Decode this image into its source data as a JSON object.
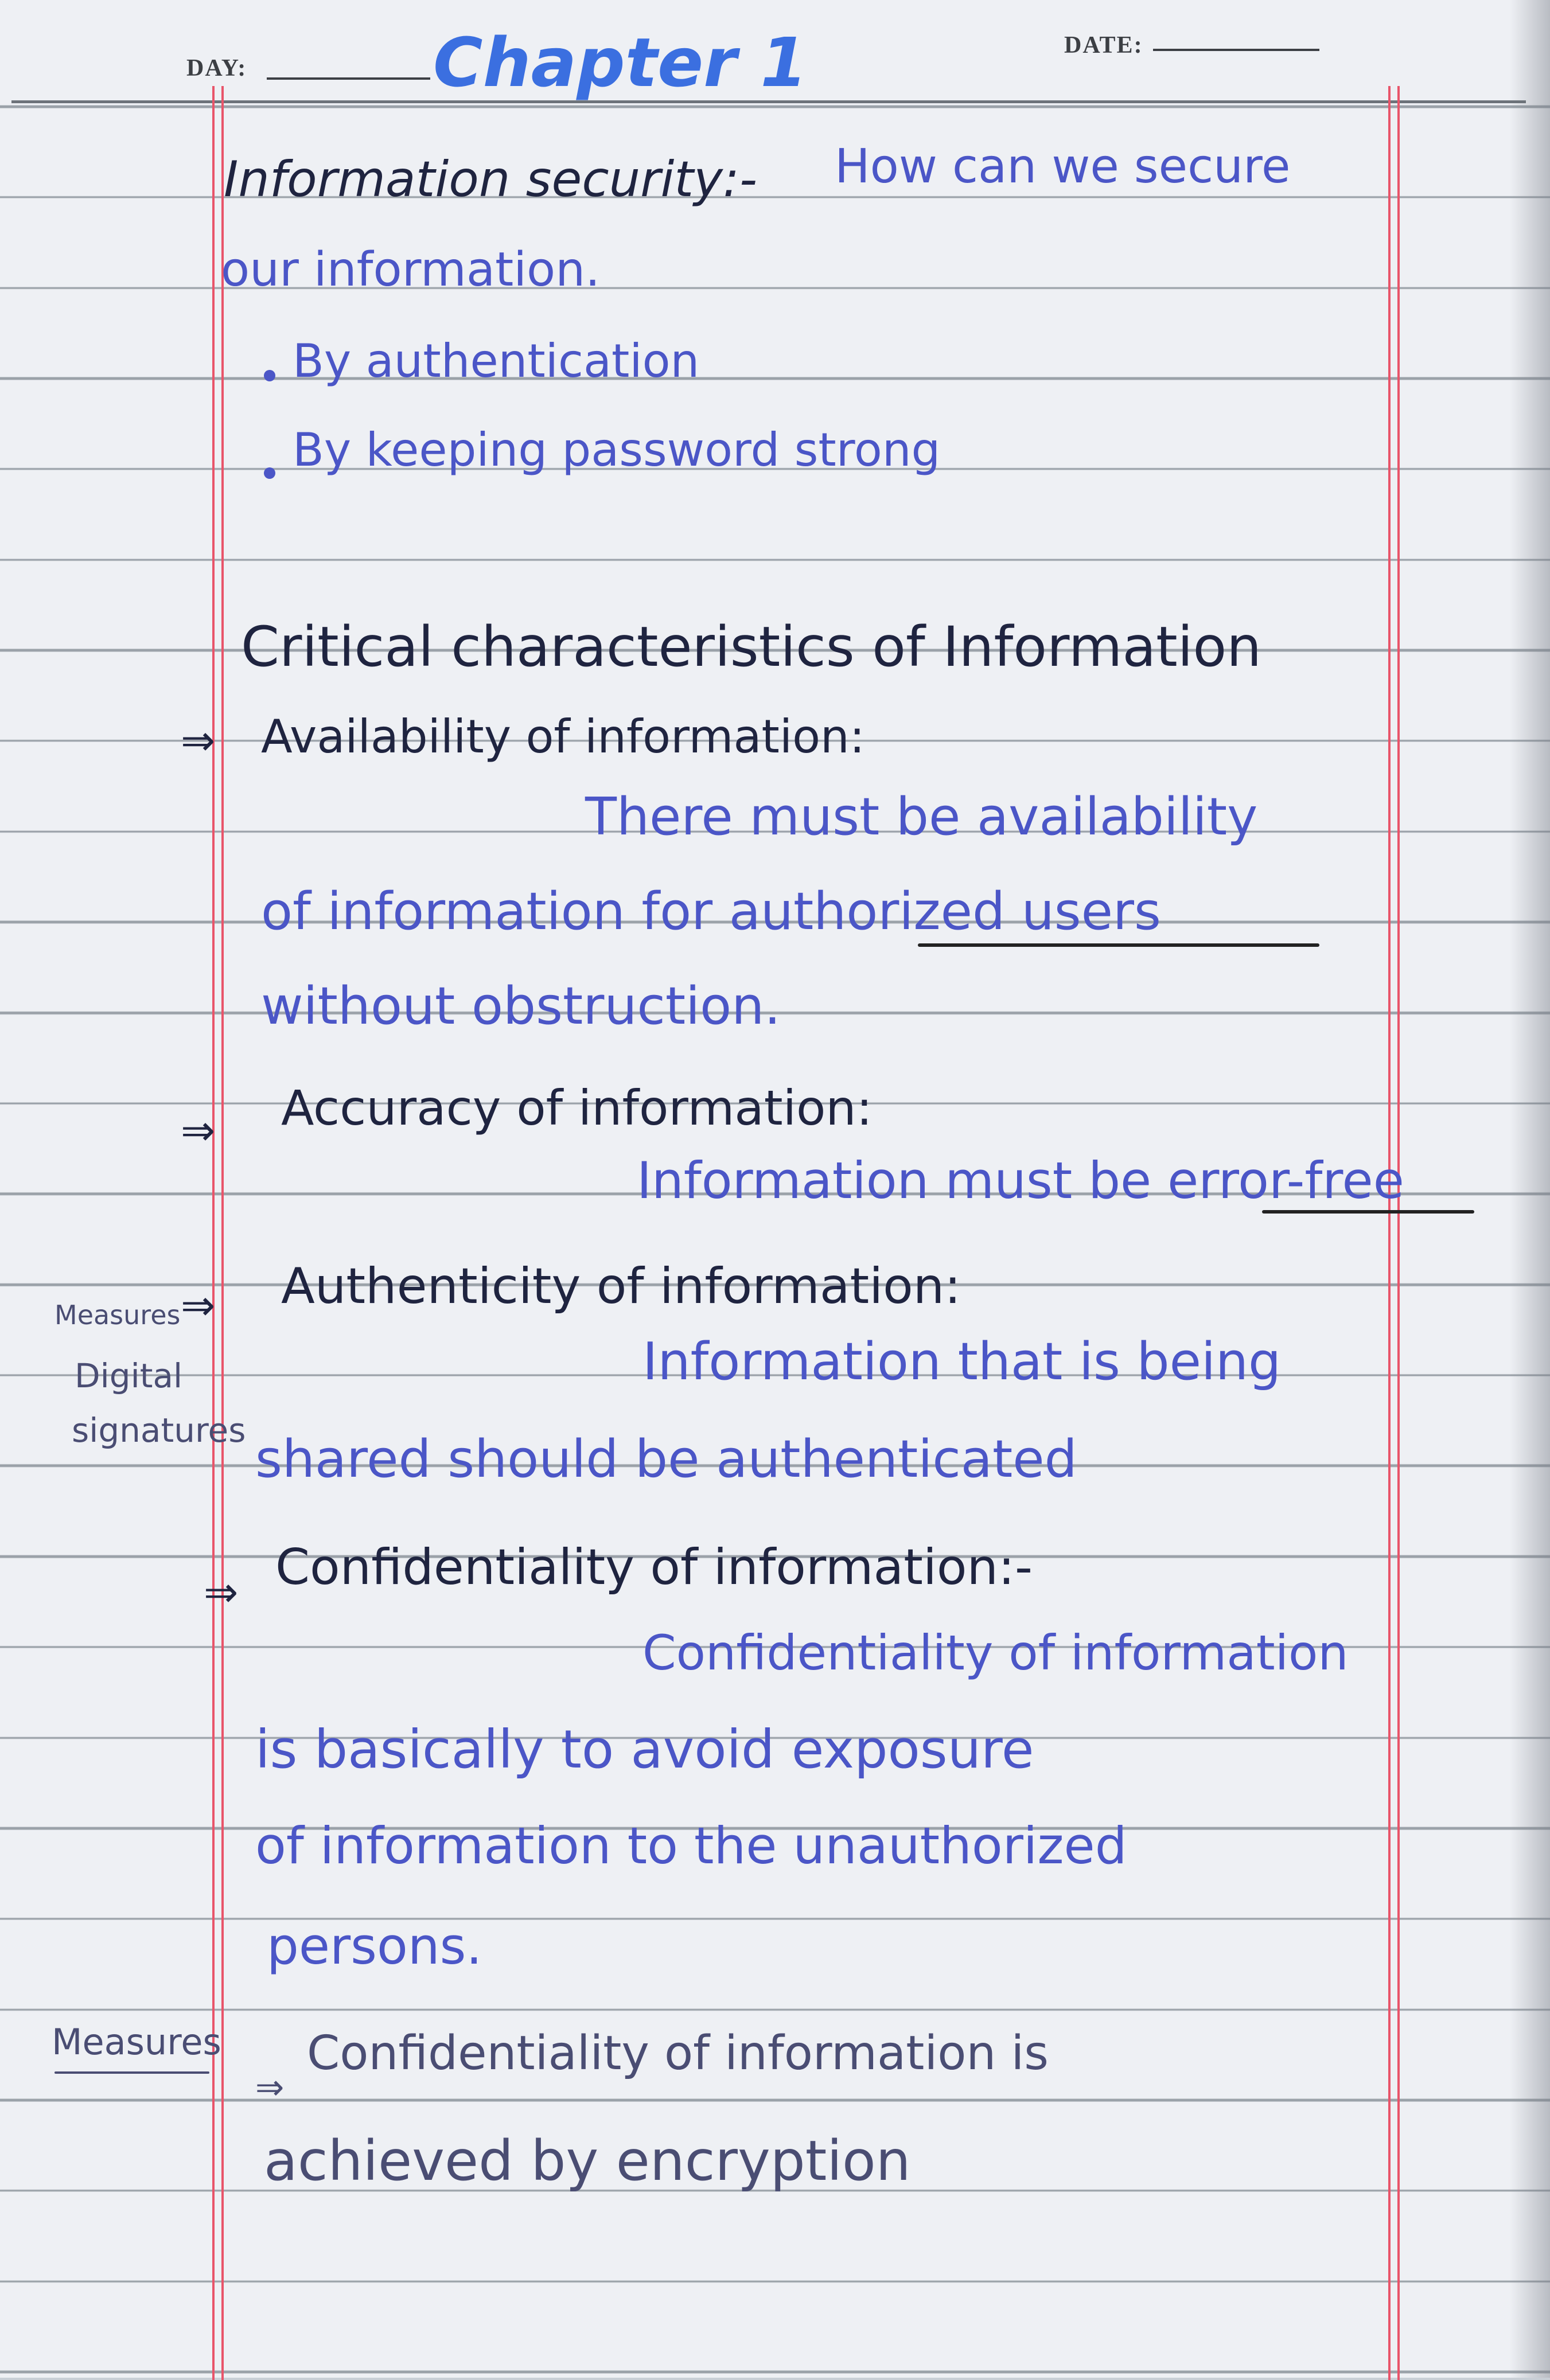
{
  "header": {
    "day_label": "DAY:",
    "date_label": "DATE:",
    "title": "Chapter 1"
  },
  "intro": {
    "heading": "Information security:-",
    "text_1": "How can we secure",
    "text_2": "our information.",
    "bullets": [
      "By authentication",
      "By keeping password strong"
    ]
  },
  "section_title": "Critical characteristics of Information",
  "items": [
    {
      "arrow": "⇒",
      "heading": "Availability of information:",
      "lines": [
        "There must be availability",
        "of information for authorized users",
        "without obstruction."
      ]
    },
    {
      "arrow": "⇒",
      "heading": "Accuracy of information:",
      "lines": [
        "Information must be error-free"
      ]
    },
    {
      "arrow": "⇒",
      "heading": "Authenticity of information:",
      "lines": [
        "Information that is being",
        "shared should be authenticated"
      ]
    },
    {
      "arrow": "⇒",
      "heading": "Confidentiality of information:-",
      "lines": [
        "Confidentiality of information",
        "is basically to avoid exposure",
        "of information to the unauthorized",
        "persons."
      ]
    }
  ],
  "margin_notes": {
    "authenticity": [
      "Measures",
      "Digital",
      "signatures"
    ],
    "confidentiality": "Measures"
  },
  "measures": {
    "arrow": "⇒",
    "line_1": "Confidentiality of information is",
    "line_2": "achieved by encryption"
  }
}
